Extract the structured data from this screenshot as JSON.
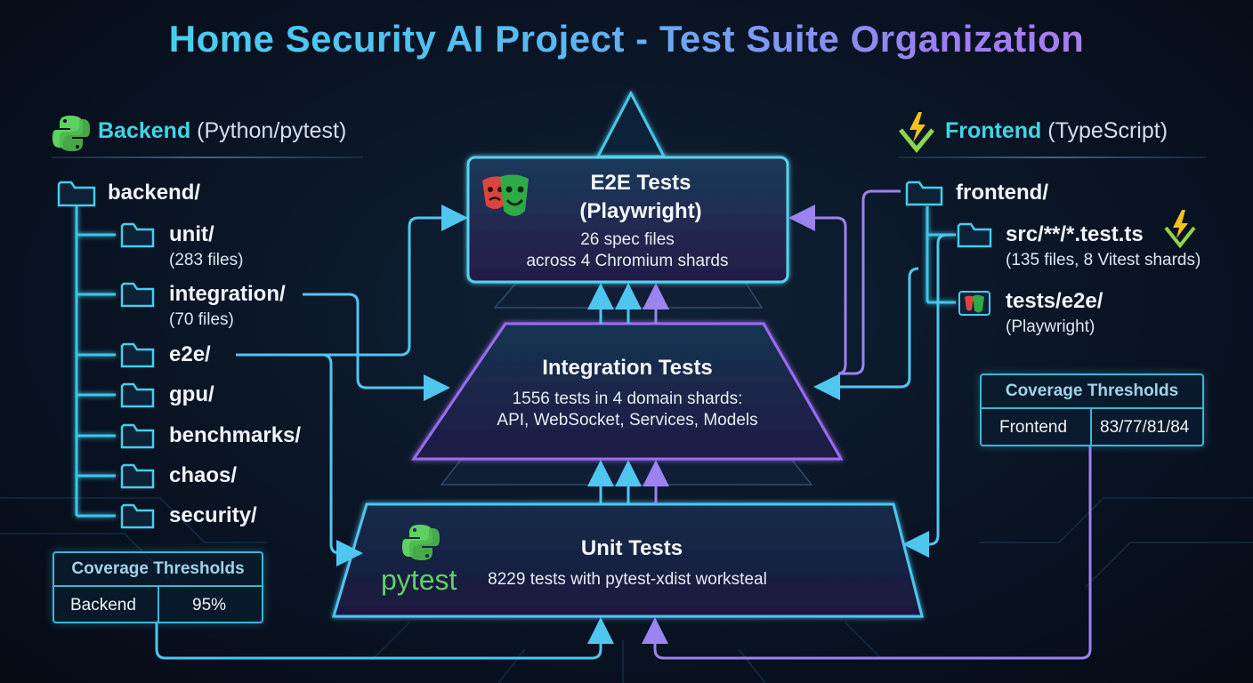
{
  "title": "Home Security AI Project - Test Suite Organization",
  "backend": {
    "heading_accent": "Backend",
    "heading_rest": "(Python/pytest)",
    "root": "backend/",
    "folders": [
      {
        "label": "unit/",
        "sub": "(283 files)"
      },
      {
        "label": "integration/",
        "sub": "(70 files)"
      },
      {
        "label": "e2e/",
        "sub": ""
      },
      {
        "label": "gpu/",
        "sub": ""
      },
      {
        "label": "benchmarks/",
        "sub": ""
      },
      {
        "label": "chaos/",
        "sub": ""
      },
      {
        "label": "security/",
        "sub": ""
      }
    ],
    "coverage": {
      "header": "Coverage Thresholds",
      "label": "Backend",
      "value": "95%"
    }
  },
  "frontend": {
    "heading_accent": "Frontend",
    "heading_rest": "(TypeScript)",
    "root": "frontend/",
    "items": [
      {
        "label": "src/**/*.test.ts",
        "sub": "(135 files, 8 Vitest shards)"
      },
      {
        "label": "tests/e2e/",
        "sub": "(Playwright)"
      }
    ],
    "coverage": {
      "header": "Coverage Thresholds",
      "label": "Frontend",
      "value": "83/77/81/84"
    }
  },
  "pyramid": {
    "e2e": {
      "title_line1": "E2E Tests",
      "title_line2": "(Playwright)",
      "line1": "26 spec files",
      "line2": "across 4 Chromium shards"
    },
    "integration": {
      "title": "Integration Tests",
      "line1": "1556 tests in 4 domain shards:",
      "line2": "API, WebSocket, Services, Models"
    },
    "unit": {
      "title": "Unit Tests",
      "line1": "8229 tests with pytest-xdist worksteal",
      "logo_text": "pytest"
    }
  },
  "colors": {
    "cyan": "#3ed6e6",
    "blue": "#4aa8f0",
    "purple": "#a070f0",
    "green": "#6ad14a",
    "yellow": "#f2c21a"
  }
}
